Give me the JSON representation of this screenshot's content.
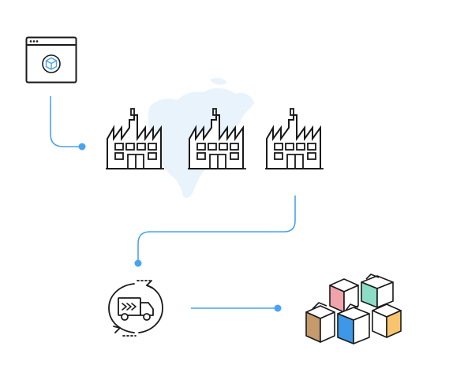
{
  "diagram": {
    "nodes": [
      {
        "id": "browser",
        "icon": "browser-cube-icon"
      },
      {
        "id": "factory-1",
        "icon": "factory-icon"
      },
      {
        "id": "factory-2",
        "icon": "factory-icon"
      },
      {
        "id": "factory-3",
        "icon": "factory-icon"
      },
      {
        "id": "shipping",
        "icon": "delivery-truck-cycle-icon"
      },
      {
        "id": "boxes",
        "icon": "stacked-boxes-icon"
      }
    ],
    "background_map": "north-america-map",
    "connectors": [
      {
        "from": "browser",
        "to": "factory-1"
      },
      {
        "from": "factory-3",
        "to": "shipping"
      },
      {
        "from": "shipping",
        "to": "boxes"
      }
    ]
  },
  "colors": {
    "connector": "#4aa3f0",
    "outline": "#1a1a1a",
    "map": "#e8f3fb",
    "box_pink": "#f1a3ab",
    "box_mint": "#8ddcc5",
    "box_blue": "#3f97e8",
    "box_orange": "#f9c46e",
    "box_brown": "#c59a6c"
  }
}
